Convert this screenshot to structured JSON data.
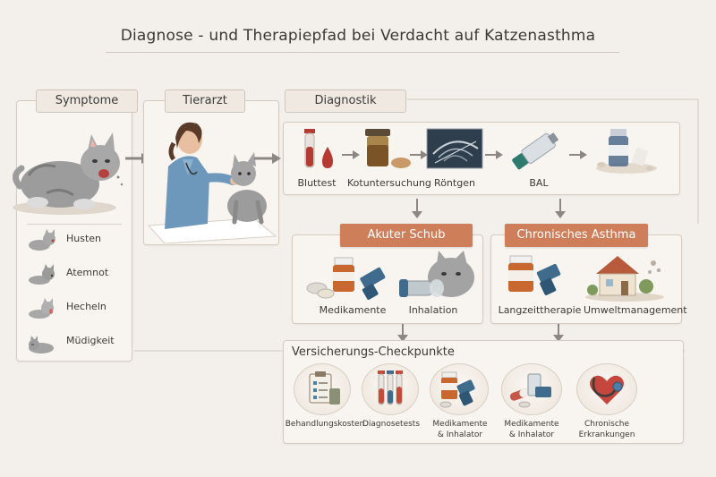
{
  "title": "Diagnose - und Therapiepfad bei Verdacht auf Katzenasthma",
  "symptome": {
    "header": "Symptome",
    "items": [
      "Husten",
      "Atemnot",
      "Hecheln",
      "Müdigkeit"
    ]
  },
  "tierarzt": {
    "header": "Tierarzt"
  },
  "diagnostik": {
    "header": "Diagnostik",
    "items": [
      "Bluttest",
      "Kotuntersuchung",
      "Röntgen",
      "BAL"
    ]
  },
  "akut": {
    "header": "Akuter Schub",
    "items": [
      "Medikamente",
      "Inhalation"
    ]
  },
  "chronisch": {
    "header": "Chronisches Asthma",
    "items": [
      "Langzeittherapie",
      "Umweltmanagement"
    ]
  },
  "versicherung": {
    "header": "Versicherungs-Checkpunkte",
    "items": [
      {
        "line1": "Behandlungskosten",
        "line2": ""
      },
      {
        "line1": "Diagnosetests",
        "line2": ""
      },
      {
        "line1": "Medikamente",
        "line2": "& Inhalator"
      },
      {
        "line1": "Medikamente",
        "line2": "& Inhalator"
      },
      {
        "line1": "Chronische",
        "line2": "Erkrankungen"
      }
    ]
  },
  "colors": {
    "accent": "#cf7e5a",
    "panel": "#f8f5f1",
    "border": "#d4ccc2",
    "arrow": "#8d8781"
  }
}
